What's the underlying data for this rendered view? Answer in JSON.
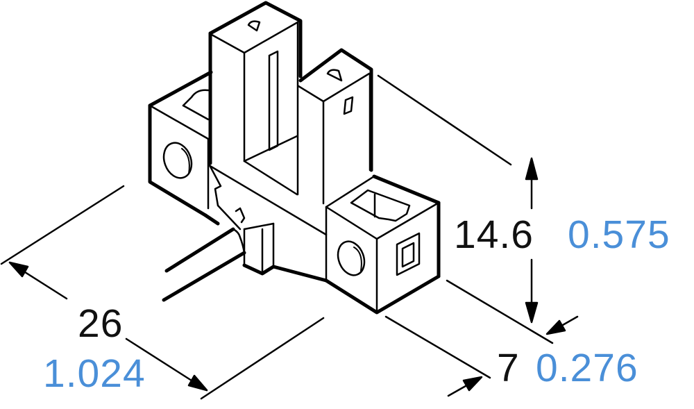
{
  "diagram": {
    "subject": "Slotted photo-microsensor (isometric view) with overall dimensions",
    "colors": {
      "line": "#000000",
      "metric_text": "#111111",
      "inch_text": "#4a8fd8",
      "background": "#ffffff"
    },
    "dimensions": {
      "width": {
        "mm": "26",
        "inch": "1.024"
      },
      "height": {
        "mm": "14.6",
        "inch": "0.575"
      },
      "depth": {
        "mm": "7",
        "inch": "0.276"
      }
    }
  }
}
